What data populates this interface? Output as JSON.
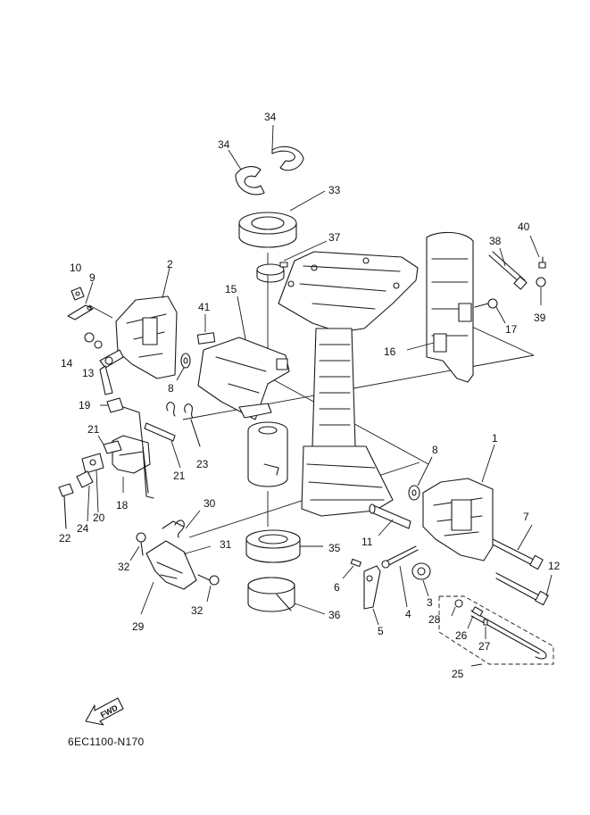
{
  "diagram": {
    "code": "6EC1100-N170",
    "direction_marker": "FWD",
    "callouts": [
      {
        "id": "c1",
        "label": "1"
      },
      {
        "id": "c2",
        "label": "2"
      },
      {
        "id": "c3",
        "label": "3"
      },
      {
        "id": "c4",
        "label": "4"
      },
      {
        "id": "c5",
        "label": "5"
      },
      {
        "id": "c6",
        "label": "6"
      },
      {
        "id": "c7",
        "label": "7"
      },
      {
        "id": "c8a",
        "label": "8"
      },
      {
        "id": "c8b",
        "label": "8"
      },
      {
        "id": "c9",
        "label": "9"
      },
      {
        "id": "c10",
        "label": "10"
      },
      {
        "id": "c11",
        "label": "11"
      },
      {
        "id": "c12",
        "label": "12"
      },
      {
        "id": "c13",
        "label": "13"
      },
      {
        "id": "c14",
        "label": "14"
      },
      {
        "id": "c15",
        "label": "15"
      },
      {
        "id": "c16",
        "label": "16"
      },
      {
        "id": "c17",
        "label": "17"
      },
      {
        "id": "c18",
        "label": "18"
      },
      {
        "id": "c19",
        "label": "19"
      },
      {
        "id": "c20",
        "label": "20"
      },
      {
        "id": "c21a",
        "label": "21"
      },
      {
        "id": "c21b",
        "label": "21"
      },
      {
        "id": "c22",
        "label": "22"
      },
      {
        "id": "c23",
        "label": "23"
      },
      {
        "id": "c24",
        "label": "24"
      },
      {
        "id": "c25",
        "label": "25"
      },
      {
        "id": "c26",
        "label": "26"
      },
      {
        "id": "c27",
        "label": "27"
      },
      {
        "id": "c28",
        "label": "28"
      },
      {
        "id": "c29",
        "label": "29"
      },
      {
        "id": "c30",
        "label": "30"
      },
      {
        "id": "c31",
        "label": "31"
      },
      {
        "id": "c32a",
        "label": "32"
      },
      {
        "id": "c32b",
        "label": "32"
      },
      {
        "id": "c33",
        "label": "33"
      },
      {
        "id": "c34a",
        "label": "34"
      },
      {
        "id": "c34b",
        "label": "34"
      },
      {
        "id": "c35",
        "label": "35"
      },
      {
        "id": "c36",
        "label": "36"
      },
      {
        "id": "c37",
        "label": "37"
      },
      {
        "id": "c38",
        "label": "38"
      },
      {
        "id": "c39",
        "label": "39"
      },
      {
        "id": "c40",
        "label": "40"
      },
      {
        "id": "c41",
        "label": "41"
      }
    ]
  }
}
